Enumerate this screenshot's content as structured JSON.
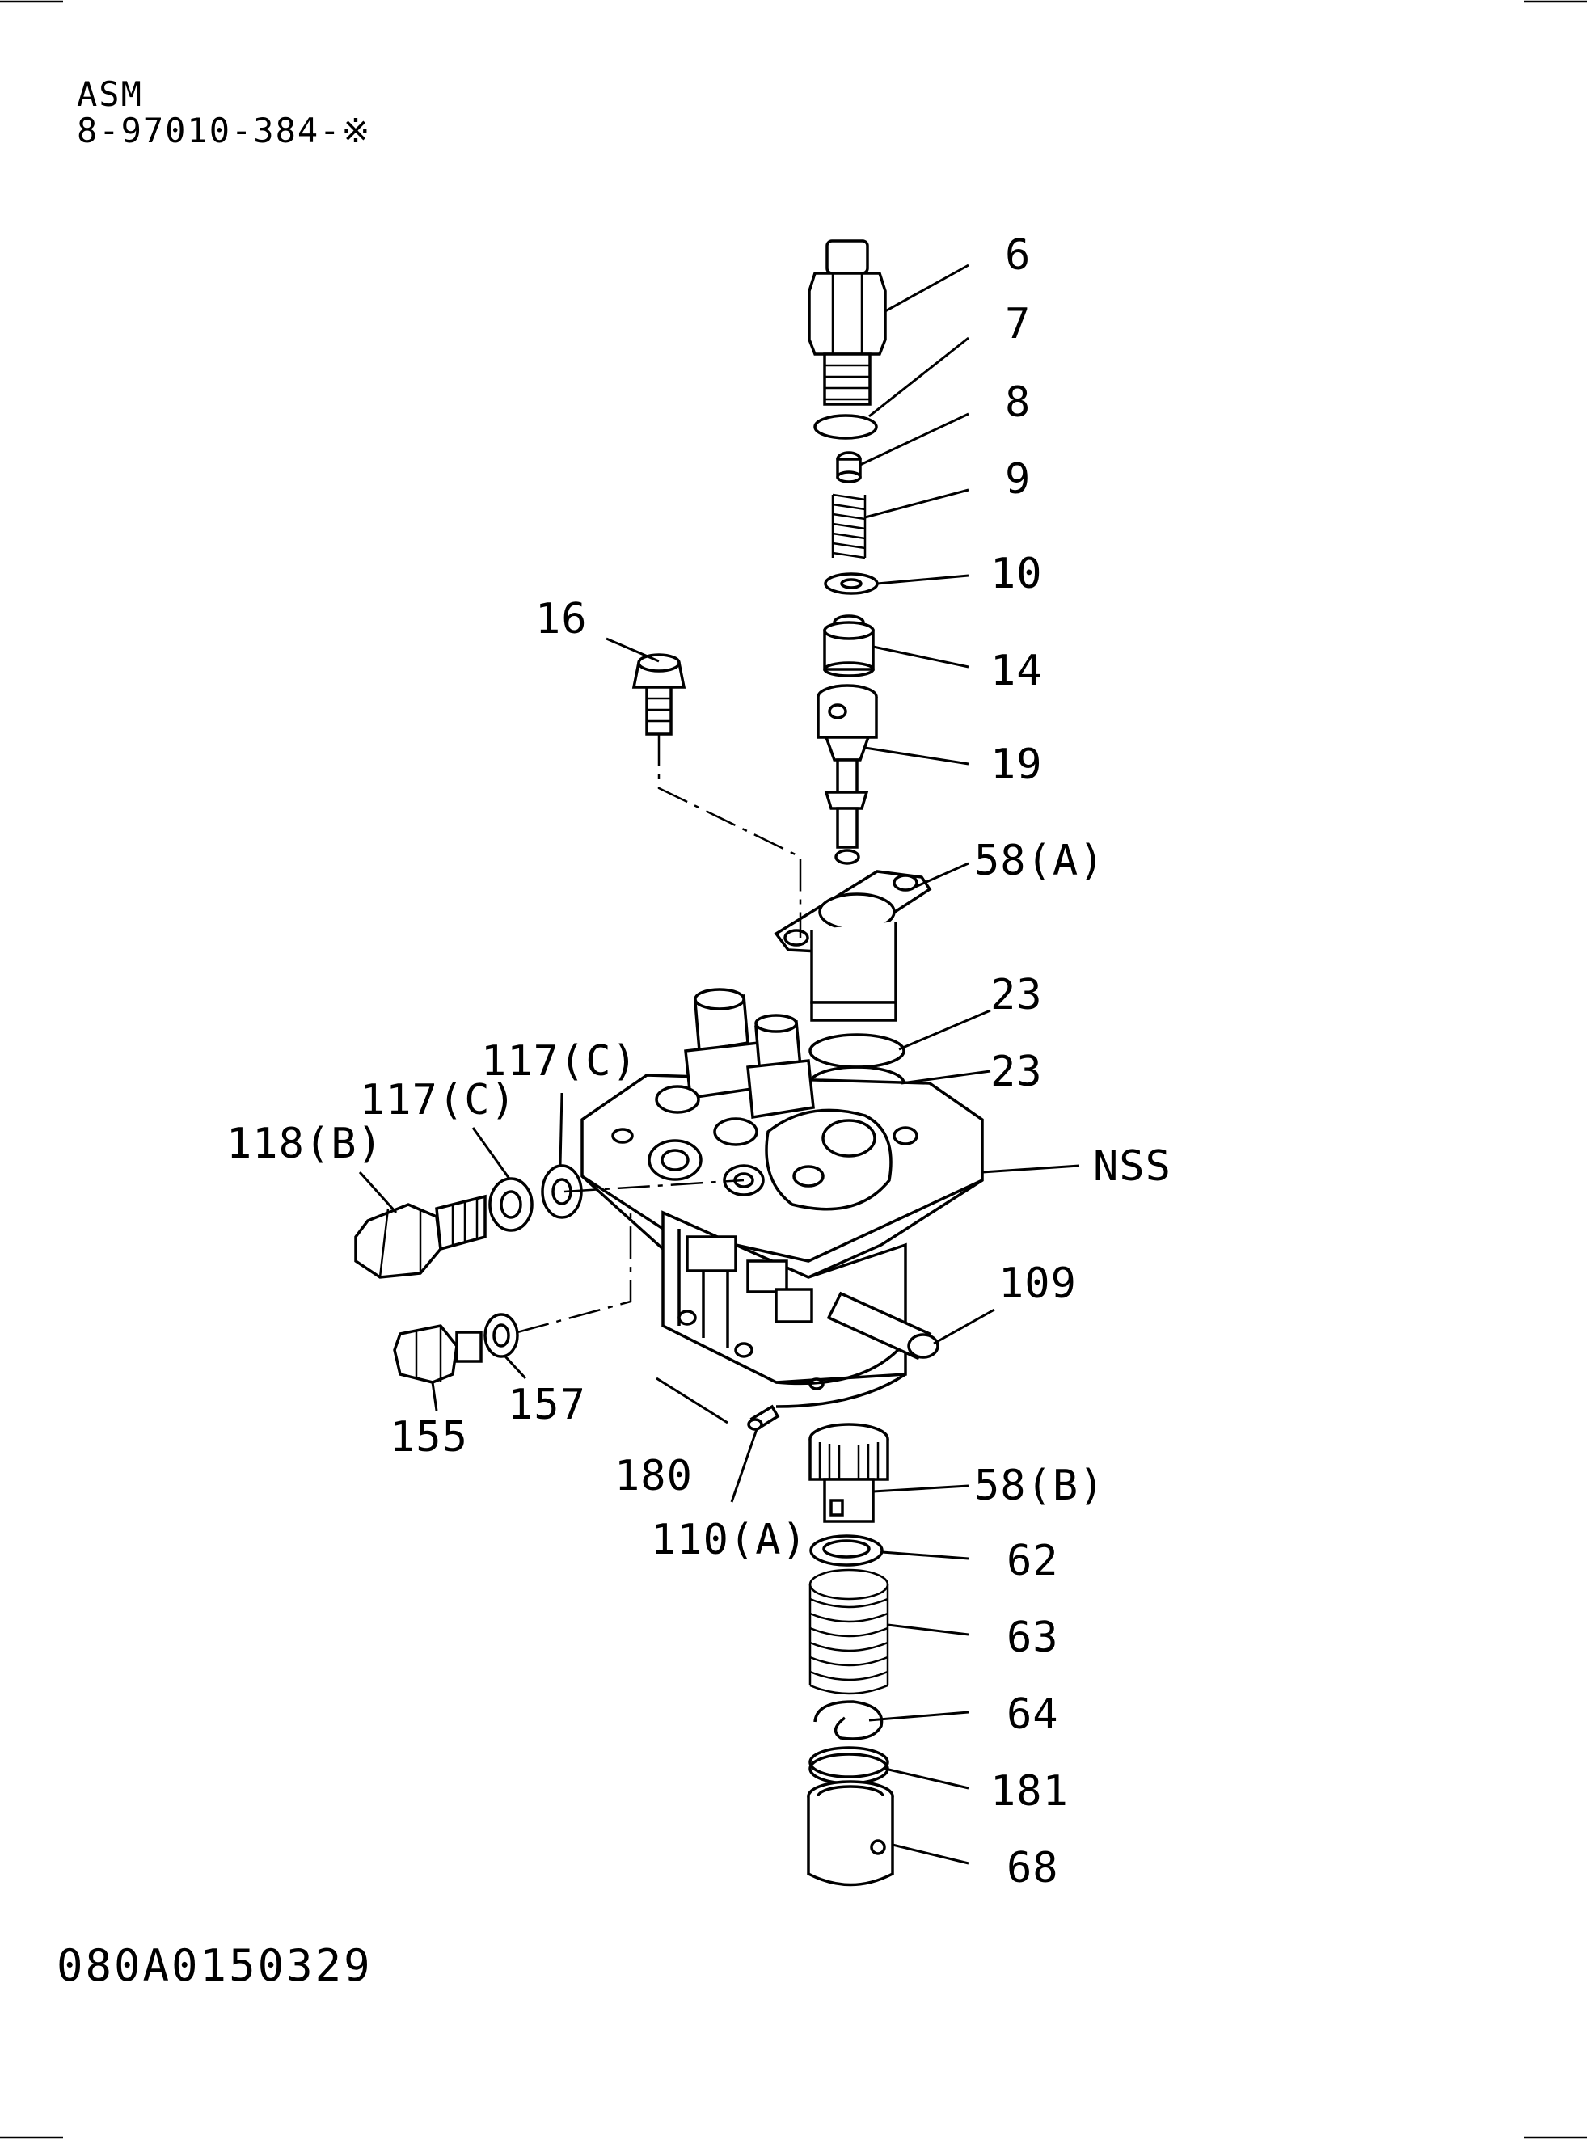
{
  "header": {
    "asm": "ASM",
    "part_number": "8-97010-384-※"
  },
  "footer": {
    "drawing_code": "080A0150329"
  },
  "callouts": [
    {
      "id": "6",
      "label": "6"
    },
    {
      "id": "7",
      "label": "7"
    },
    {
      "id": "8",
      "label": "8"
    },
    {
      "id": "9",
      "label": "9"
    },
    {
      "id": "10",
      "label": "10"
    },
    {
      "id": "14",
      "label": "14"
    },
    {
      "id": "16",
      "label": "16"
    },
    {
      "id": "19",
      "label": "19"
    },
    {
      "id": "58A",
      "label": "58(A)"
    },
    {
      "id": "23a",
      "label": "23"
    },
    {
      "id": "23b",
      "label": "23"
    },
    {
      "id": "117Ca",
      "label": "117(C)"
    },
    {
      "id": "117Cb",
      "label": "117(C)"
    },
    {
      "id": "118B",
      "label": "118(B)"
    },
    {
      "id": "NSS",
      "label": "NSS"
    },
    {
      "id": "109",
      "label": "109"
    },
    {
      "id": "155",
      "label": "155"
    },
    {
      "id": "157",
      "label": "157"
    },
    {
      "id": "180",
      "label": "180"
    },
    {
      "id": "110A",
      "label": "110(A)"
    },
    {
      "id": "58B",
      "label": "58(B)"
    },
    {
      "id": "62",
      "label": "62"
    },
    {
      "id": "63",
      "label": "63"
    },
    {
      "id": "64",
      "label": "64"
    },
    {
      "id": "181",
      "label": "181"
    },
    {
      "id": "68",
      "label": "68"
    }
  ]
}
